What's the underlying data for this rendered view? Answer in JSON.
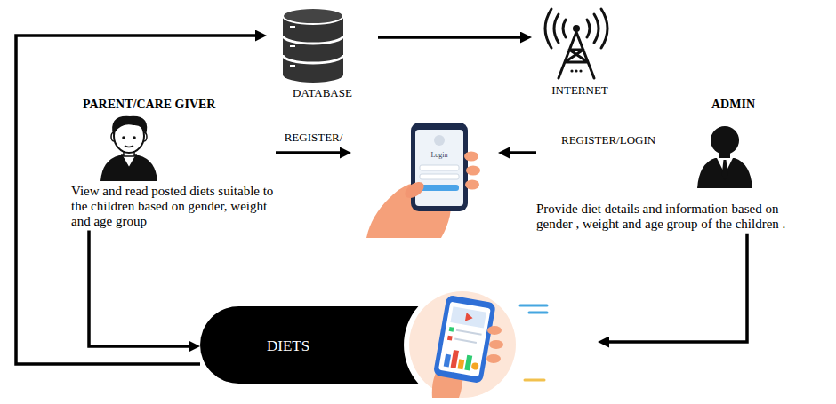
{
  "diagram": {
    "nodes": [
      {
        "text": [
          "DATABASE"
        ]
      },
      {
        "text": [
          "INTERNET"
        ]
      },
      {
        "text": [
          "PARENT/CARE GIVER",
          "View and read posted diets suitable to the children based on gender, weight and age group"
        ]
      },
      {
        "text": [
          "Login"
        ]
      },
      {
        "text": [
          "ADMIN",
          "Provide diet details and information based on gender , weight and age group of the children ."
        ]
      },
      {
        "text": [
          "DIETS"
        ]
      }
    ],
    "edges": [
      {
        "from": 5,
        "to": 0,
        "arrow": "to"
      },
      {
        "from": 0,
        "to": 1,
        "arrow": "to"
      },
      {
        "from": 2,
        "to": 3,
        "label": "REGISTER/",
        "arrow": "to"
      },
      {
        "from": 4,
        "to": 3,
        "label": "REGISTER/LOGIN",
        "arrow": "to"
      },
      {
        "from": 2,
        "to": 5,
        "arrow": "to"
      },
      {
        "from": 4,
        "to": 5,
        "arrow": "to"
      }
    ]
  }
}
